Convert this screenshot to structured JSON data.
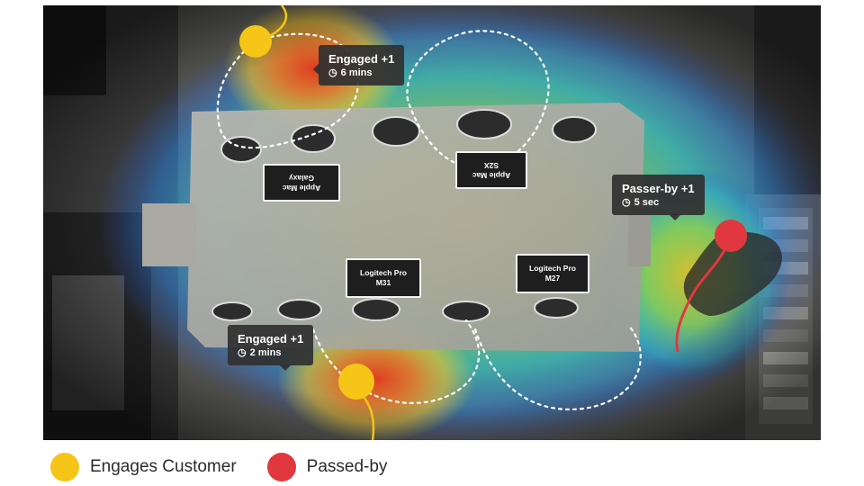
{
  "callouts": {
    "top_engaged": {
      "title": "Engaged +1",
      "duration": "6 mins"
    },
    "bottom_engaged": {
      "title": "Engaged +1",
      "duration": "2 mins"
    },
    "passer_by": {
      "title": "Passer-by +1",
      "duration": "5 sec"
    }
  },
  "signs": {
    "top_left": {
      "line1": "Apple Mac",
      "line2": "Galaxy"
    },
    "top_right": {
      "line1": "Apple Mac",
      "line2": "S2X"
    },
    "bottom_left": {
      "line1": "Logitech Pro",
      "line2": "M31"
    },
    "bottom_right": {
      "line1": "Logitech Pro",
      "line2": "M27"
    }
  },
  "legend": [
    {
      "label": "Engages Customer",
      "color": "#f5c518"
    },
    {
      "label": "Passed-by",
      "color": "#e0383e"
    }
  ],
  "icons": {
    "clock": "clock-icon"
  },
  "colors": {
    "engaged": "#f5c518",
    "passed_by": "#e0383e",
    "callout_bg": "#303030"
  }
}
